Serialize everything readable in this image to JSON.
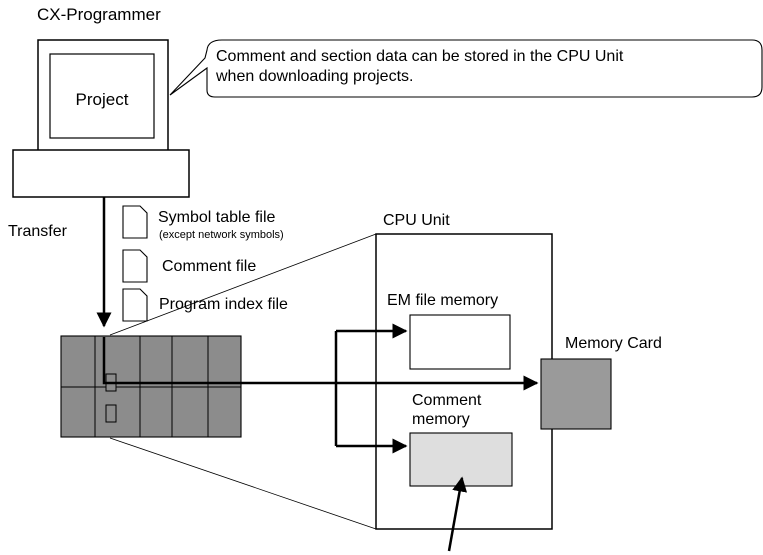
{
  "labels": {
    "pc_title": "CX-Programmer",
    "project": "Project",
    "callout_line1": "Comment and section data can be stored in the CPU Unit",
    "callout_line2": "when downloading projects.",
    "transfer": "Transfer",
    "symbol_table_file": "Symbol table file",
    "symbol_table_note": "(except network symbols)",
    "comment_file": "Comment file",
    "program_index_file": "Program index file",
    "cpu_unit": "CPU Unit",
    "em_file_memory": "EM file memory",
    "memory_card": "Memory Card",
    "comment_memory_line1": "Comment",
    "comment_memory_line2": "memory"
  },
  "colors": {
    "plc_gray": "#8c8c8c",
    "memory_card_gray": "#9a9a9a",
    "comment_memory_fill": "#dedede",
    "line": "#000000"
  }
}
